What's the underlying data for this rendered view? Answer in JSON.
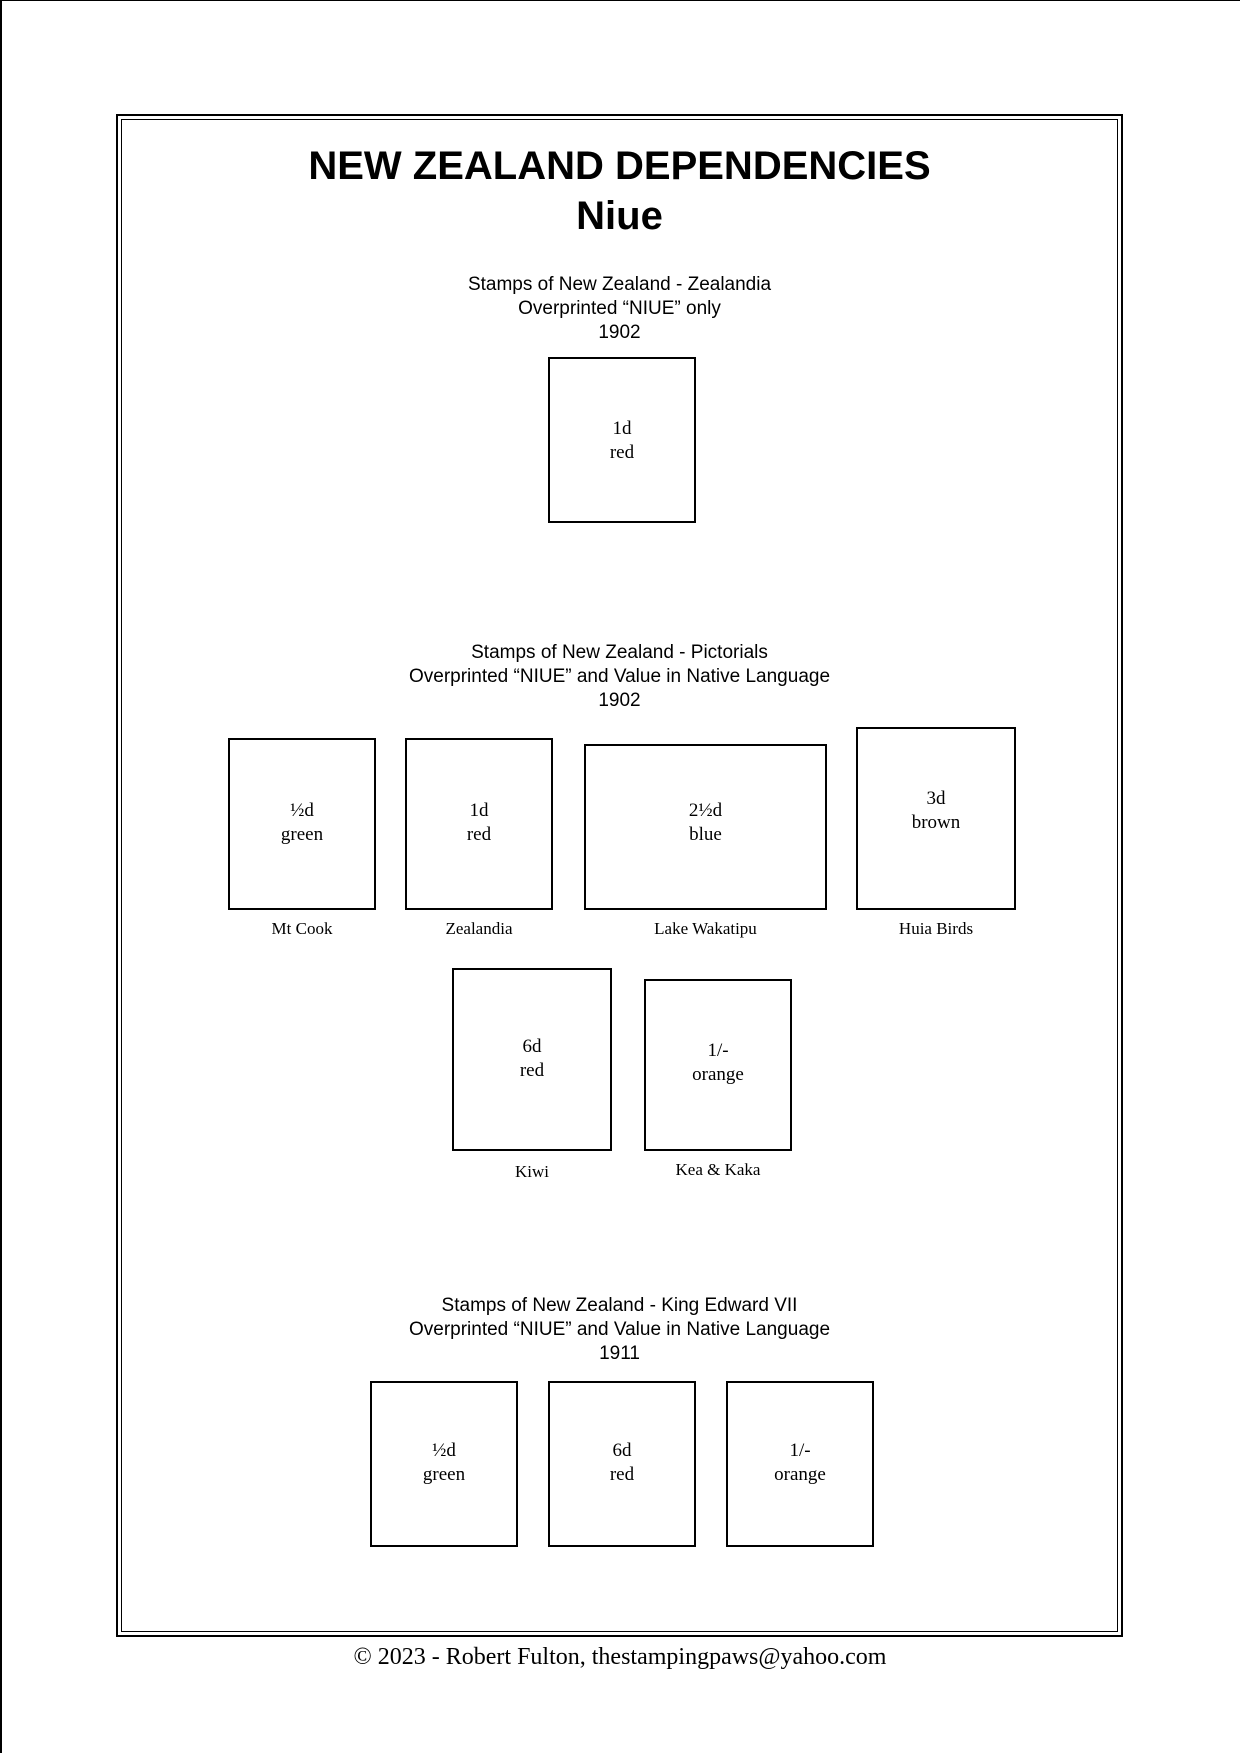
{
  "page": {
    "title": "NEW ZEALAND DEPENDENCIES",
    "subtitle": "Niue"
  },
  "sections": [
    {
      "heading": "Stamps of New Zealand - Zealandia",
      "overprint": "Overprinted “NIUE” only",
      "year": "1902",
      "stamps": [
        {
          "denomination": "1d",
          "color": "red"
        }
      ]
    },
    {
      "heading": "Stamps of New Zealand - Pictorials",
      "overprint": "Overprinted “NIUE” and Value in Native Language",
      "year": "1902",
      "stamps": [
        {
          "denomination": "½d",
          "color": "green",
          "caption": "Mt Cook"
        },
        {
          "denomination": "1d",
          "color": "red",
          "caption": "Zealandia"
        },
        {
          "denomination": "2½d",
          "color": "blue",
          "caption": "Lake Wakatipu"
        },
        {
          "denomination": "3d",
          "color": "brown",
          "caption": "Huia Birds"
        },
        {
          "denomination": "6d",
          "color": "red",
          "caption": "Kiwi"
        },
        {
          "denomination": "1/-",
          "color": "orange",
          "caption": "Kea & Kaka"
        }
      ]
    },
    {
      "heading": "Stamps of New Zealand - King Edward VII",
      "overprint": "Overprinted “NIUE” and Value in Native Language",
      "year": "1911",
      "stamps": [
        {
          "denomination": "½d",
          "color": "green"
        },
        {
          "denomination": "6d",
          "color": "red"
        },
        {
          "denomination": "1/-",
          "color": "orange"
        }
      ]
    }
  ],
  "footer": "© 2023 -  Robert Fulton, thestampingpaws@yahoo.com"
}
